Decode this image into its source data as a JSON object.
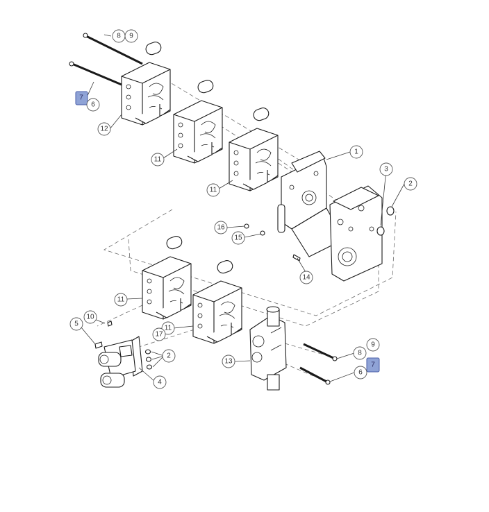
{
  "callouts": {
    "c8a": "8",
    "c9a": "9",
    "c7a": "7",
    "c6a": "6",
    "c12": "12",
    "c11a": "11",
    "c11b": "11",
    "c1": "1",
    "c3": "3",
    "c2a": "2",
    "c16": "16",
    "c15": "15",
    "c14": "14",
    "c11c": "11",
    "c11d": "11",
    "c10": "10",
    "c5": "5",
    "c17": "17",
    "c2b": "2",
    "c4": "4",
    "c13": "13",
    "c8b": "8",
    "c9b": "9",
    "c7b": "7",
    "c6b": "6"
  },
  "colors": {
    "highlight": "#8fa3d6",
    "line": "#1a1a1a",
    "dash": "#6a6a6a"
  }
}
